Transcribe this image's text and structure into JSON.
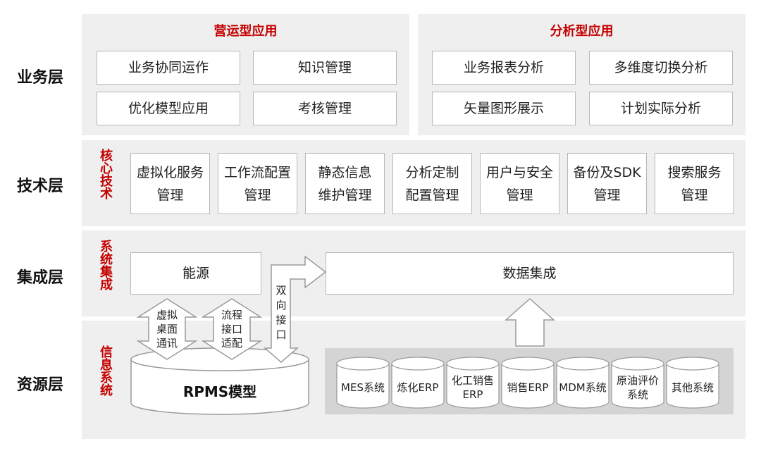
{
  "layers": {
    "business": "业务层",
    "tech": "技术层",
    "integration": "集成层",
    "resource": "资源层"
  },
  "business": {
    "operational": {
      "title": "营运型应用",
      "items": [
        "业务协同运作",
        "知识管理",
        "优化模型应用",
        "考核管理"
      ]
    },
    "analytical": {
      "title": "分析型应用",
      "items": [
        "业务报表分析",
        "多维度切换分析",
        "矢量图形展示",
        "计划实际分析"
      ]
    }
  },
  "tech": {
    "side_label": "核心技术",
    "items": [
      [
        "虚拟化服务",
        "管理"
      ],
      [
        "工作流配置",
        "管理"
      ],
      [
        "静态信息",
        "维护管理"
      ],
      [
        "分析定制",
        "配置管理"
      ],
      [
        "用户与安全",
        "管理"
      ],
      [
        "备份及SDK",
        "管理"
      ],
      [
        "搜索服务",
        "管理"
      ]
    ]
  },
  "integration": {
    "side_label": "系统集成",
    "energy": "能源",
    "data_integration": "数据集成"
  },
  "arrows": {
    "virtual_desktop": [
      "虚拟",
      "桌面",
      "通讯"
    ],
    "process_interface": [
      "流程",
      "接口",
      "适配"
    ],
    "bidirectional": [
      "双",
      "向",
      "接",
      "口"
    ]
  },
  "resource": {
    "side_label": "信息系统",
    "rpms": "RPMS模型",
    "systems": [
      [
        "MES系统"
      ],
      [
        "炼化ERP"
      ],
      [
        "化工销售",
        "ERP"
      ],
      [
        "销售ERP"
      ],
      [
        "MDM系统"
      ],
      [
        "原油评价",
        "系统"
      ],
      [
        "其他系统"
      ]
    ]
  },
  "colors": {
    "accent_red": "#c40000",
    "band_gray": "#efefef",
    "box_border": "#b8b8b8"
  }
}
